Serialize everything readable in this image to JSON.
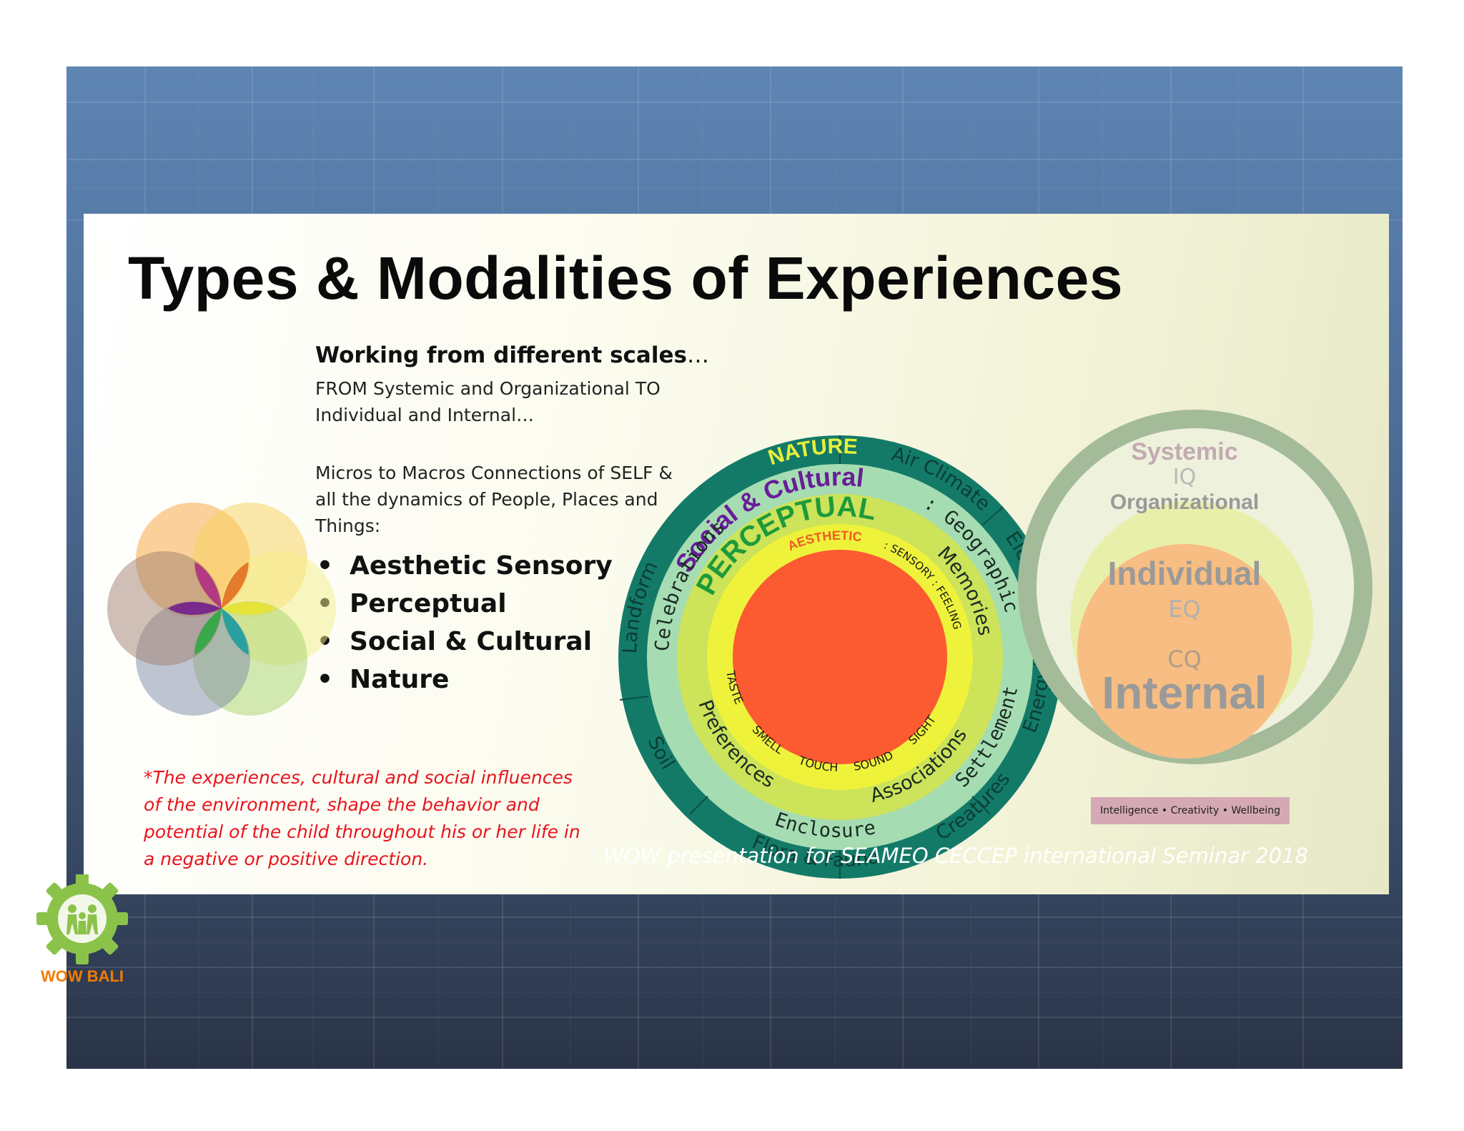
{
  "slide": {
    "title": "Types & Modalities of Experiences",
    "scales_heading": "Working from different scales",
    "scales_heading_dots": "…",
    "scales_line1": "FROM Systemic and  Organizational TO",
    "scales_line2": "Individual and Internal…",
    "micros_line1": "Micros to Macros Connections of SELF &",
    "micros_line2": "all the dynamics of People, Places and",
    "micros_line3": "Things:",
    "bullets": [
      "Aesthetic Sensory",
      "Perceptual",
      "Social & Cultural",
      "Nature"
    ],
    "note_lines": [
      "*The experiences, cultural and social influences",
      "of the environment, shape the behavior and",
      "potential of the child throughout his or her life in",
      "a negative or positive direction."
    ]
  },
  "circle_diagram": {
    "ring_labels": {
      "nature": "NATURE",
      "social_cultural": "Social & Cultural",
      "perceptual": "PERCEPTUAL",
      "aesthetic": "AESTHETIC"
    },
    "nature_items": [
      "Air Climate",
      "Elementals",
      "Energy",
      "Creatures",
      "Flora & Fauna",
      "Soil",
      "Landform"
    ],
    "social_items": [
      ": Geographic",
      "Settlement",
      "Enclosure",
      "Celebrations"
    ],
    "perceptual_items": [
      "Memories",
      "Associations",
      "Preferences"
    ],
    "sensory_items": [
      ": SENSORY : FEELING",
      "SIGHT",
      "SOUND",
      "TOUCH",
      "SMELL",
      "TASTE"
    ],
    "colors": {
      "nature_ring": "#137a68",
      "social_ring": "#a6dcb2",
      "perceptual_ring": "#cce35a",
      "aesthetic_ring": "#eef23a",
      "core": "#fc5a30"
    }
  },
  "scales_diagram": {
    "systemic": "Systemic",
    "iq": "IQ",
    "organizational": "Organizational",
    "individual": "Individual",
    "eq": "EQ",
    "cq": "CQ",
    "internal": "Internal",
    "caption": "Intelligence • Creativity  • Wellbeing"
  },
  "footer": "WOW presentation for SEAMEO CECCEP international Seminar 2018",
  "logo": {
    "text": "WOW BALI"
  }
}
